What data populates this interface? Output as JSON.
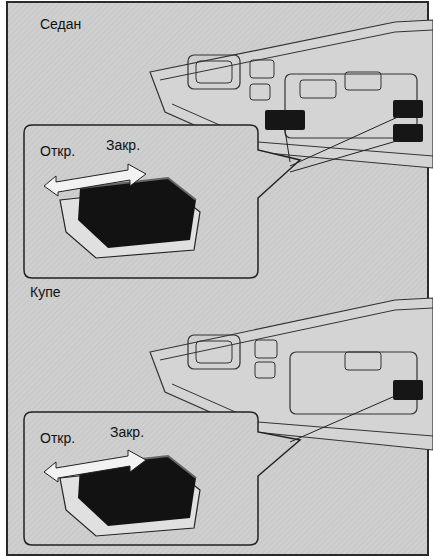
{
  "diagram": {
    "nodes": [
      {
        "text": [
          "Откр.",
          "Закр."
        ]
      },
      {
        "text": [
          "Откр.",
          "Закр."
        ]
      }
    ],
    "labels": [
      "Седан",
      "Купе"
    ]
  }
}
